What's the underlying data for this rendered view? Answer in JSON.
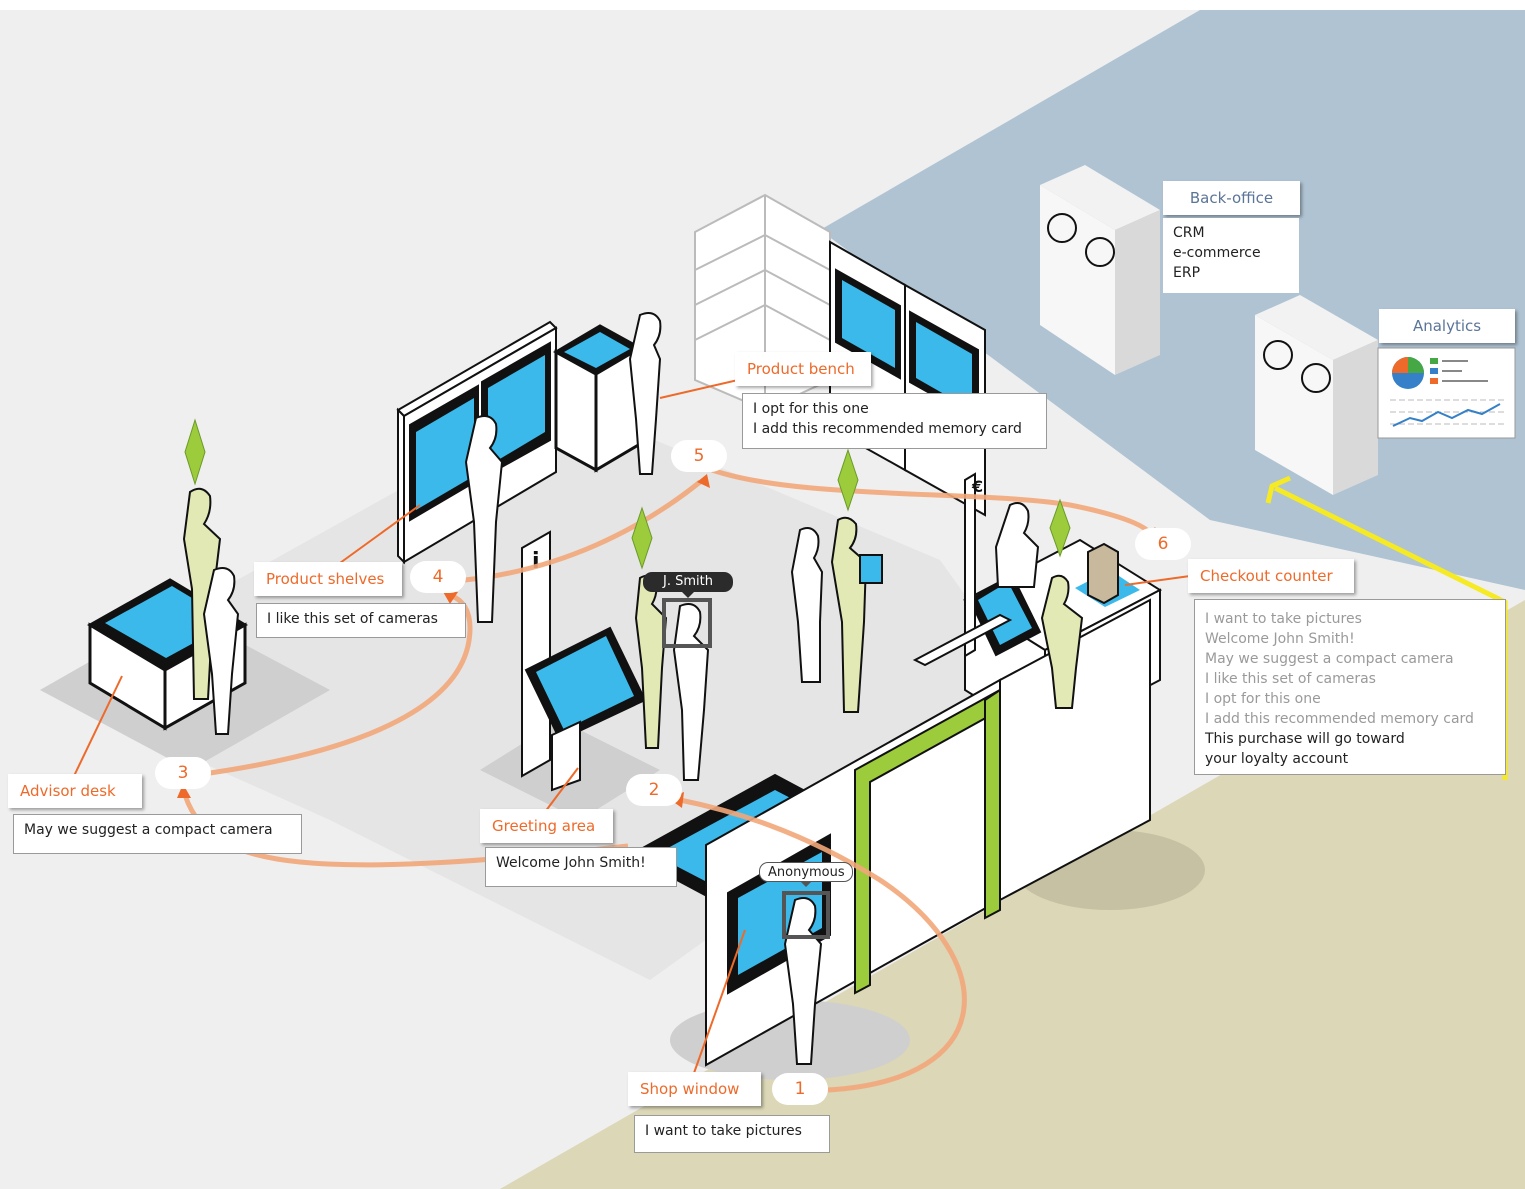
{
  "colors": {
    "background": "#efefef",
    "backoffice_wall": "#afc3d3",
    "floor_outside": "#dbd7b7",
    "store_floor": "#e3e3e3",
    "screen": "#3ab9ea",
    "customer_path": "#f2a77a",
    "accent_orange": "#ee6a2a",
    "staff_green": "#e2e9b5",
    "door_green": "#9ccb3b",
    "data_link": "#f5ea23",
    "pie": [
      "#ee6a2a",
      "#45a844",
      "#3580c8"
    ]
  },
  "zones": {
    "shop_window": {
      "label": "Shop window",
      "message": "I want to take pictures",
      "step": "1"
    },
    "greeting_area": {
      "label": "Greeting area",
      "message": "Welcome John Smith!",
      "step": "2"
    },
    "advisor_desk": {
      "label": "Advisor desk",
      "message": "May we suggest a compact camera",
      "step": "3"
    },
    "product_shelves": {
      "label": "Product shelves",
      "message": "I like this set of cameras",
      "step": "4"
    },
    "product_bench": {
      "label": "Product bench",
      "messages": [
        "I opt for this one",
        "I add this recommended memory card"
      ],
      "step": "5"
    },
    "checkout_counter": {
      "label": "Checkout counter",
      "step": "6"
    }
  },
  "tags": {
    "visitor_anonymous": "Anonymous",
    "visitor_identified": "J. Smith"
  },
  "backoffice": {
    "title": "Back-office",
    "items": [
      "CRM",
      "e-commerce",
      "ERP"
    ]
  },
  "analytics": {
    "title": "Analytics"
  },
  "history": {
    "past": [
      "I want to take pictures",
      "Welcome John Smith!",
      "May we suggest a compact camera",
      "I like this set of cameras",
      "I opt for this one",
      "I add this recommended memory card"
    ],
    "current": [
      "This purchase will go toward",
      "your loyalty account"
    ]
  }
}
